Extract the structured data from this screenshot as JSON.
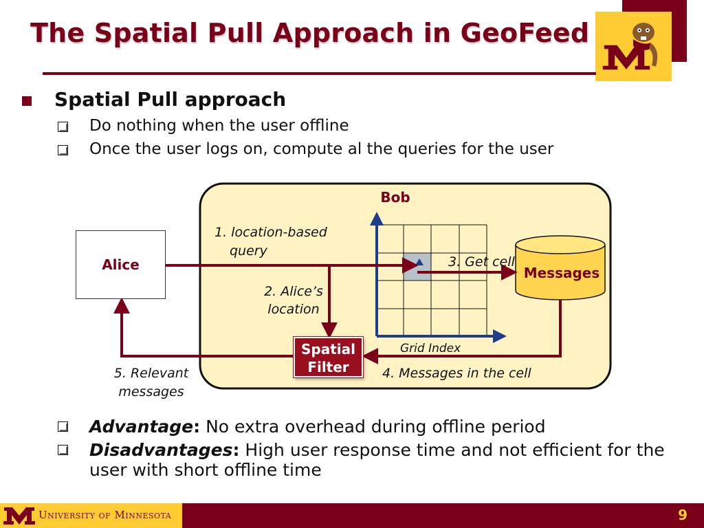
{
  "slide": {
    "title": "The Spatial Pull Approach in GeoFeed",
    "page_number": "9"
  },
  "bullets": {
    "main": "Spatial Pull approach",
    "sub": [
      "Do nothing when the user offline",
      "Once the user logs on, compute al the queries for the user"
    ],
    "advantage_term": "Advantage",
    "advantage_text": " No extra overhead during offline period",
    "disadvantage_term": "Disadvantages",
    "disadvantage_text": " High user response time and not efficient for the user with short offline time"
  },
  "diagram": {
    "alice": "Alice",
    "bob": "Bob",
    "step1_line1": "1.  location-based",
    "step1_line2": "query",
    "step2_line1": "2. Alice’s",
    "step2_line2": "location",
    "step3": "3. Get cell",
    "step4": "4. Messages in the cell",
    "step5_line1": "5. Relevant",
    "step5_line2": "messages",
    "spatial_filter_line1": "Spatial",
    "spatial_filter_line2": "Filter",
    "messages": "Messages",
    "grid_index": "Grid Index"
  },
  "footer": {
    "university": "University of Minnesota"
  },
  "colors": {
    "maroon": "#7a0019",
    "gold": "#ffcc33",
    "panel": "#fff3c4",
    "cylinder": "#ffd54f",
    "cell_highlight": "#b7c1c7",
    "axis_blue": "#1f3c88"
  },
  "icons": {
    "logo": "block-m-goldy-gopher-logo",
    "footer_logo": "block-m-logo"
  }
}
